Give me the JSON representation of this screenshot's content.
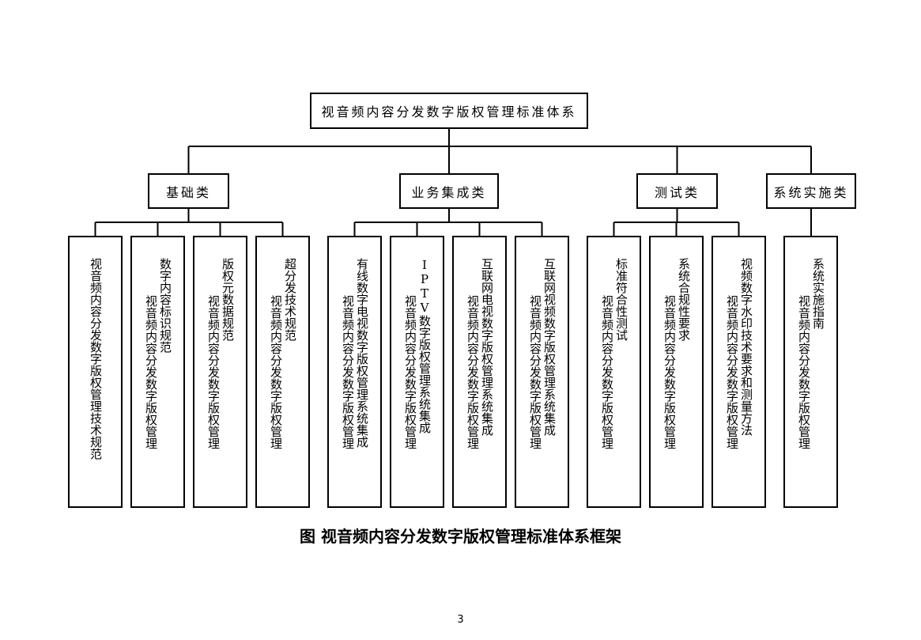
{
  "root": {
    "label": "视音频内容分发数字版权管理标准体系"
  },
  "categories": [
    {
      "label": "基础类"
    },
    {
      "label": "业务集成类"
    },
    {
      "label": "测试类"
    },
    {
      "label": "系统实施类"
    }
  ],
  "leaves": [
    {
      "category": 0,
      "main": "视音频内容分发数字版权管理技术规范",
      "sub": ""
    },
    {
      "category": 0,
      "main": "数字内容标识规范",
      "sub": "视音频内容分发数字版权管理"
    },
    {
      "category": 0,
      "main": "版权元数据规范",
      "sub": "视音频内容分发数字版权管理"
    },
    {
      "category": 0,
      "main": "超分发技术规范",
      "sub": "视音频内容分发数字版权管理"
    },
    {
      "category": 1,
      "main": "有线数字电视数字版权管理系统集成",
      "sub": "视音频内容分发数字版权管理"
    },
    {
      "category": 1,
      "main": "IPTV数字版权管理系统集成",
      "sub": "视音频内容分发数字版权管理"
    },
    {
      "category": 1,
      "main": "互联网电视数字版权管理系统集成",
      "sub": "视音频内容分发数字版权管理"
    },
    {
      "category": 1,
      "main": "互联网视频数字版权管理系统集成",
      "sub": "视音频内容分发数字版权管理"
    },
    {
      "category": 2,
      "main": "标准符合性测试",
      "sub": "视音频内容分发数字版权管理"
    },
    {
      "category": 2,
      "main": "系统合规性要求",
      "sub": "视音频内容分发数字版权管理"
    },
    {
      "category": 2,
      "main": "视频数字水印技术要求和测量方法",
      "sub": "视音频内容分发数字版权管理"
    },
    {
      "category": 3,
      "main": "系统实施指南",
      "sub": "视音频内容分发数字版权管理"
    }
  ],
  "caption": "图 视音频内容分发数字版权管理标准体系框架",
  "page_number": "3"
}
